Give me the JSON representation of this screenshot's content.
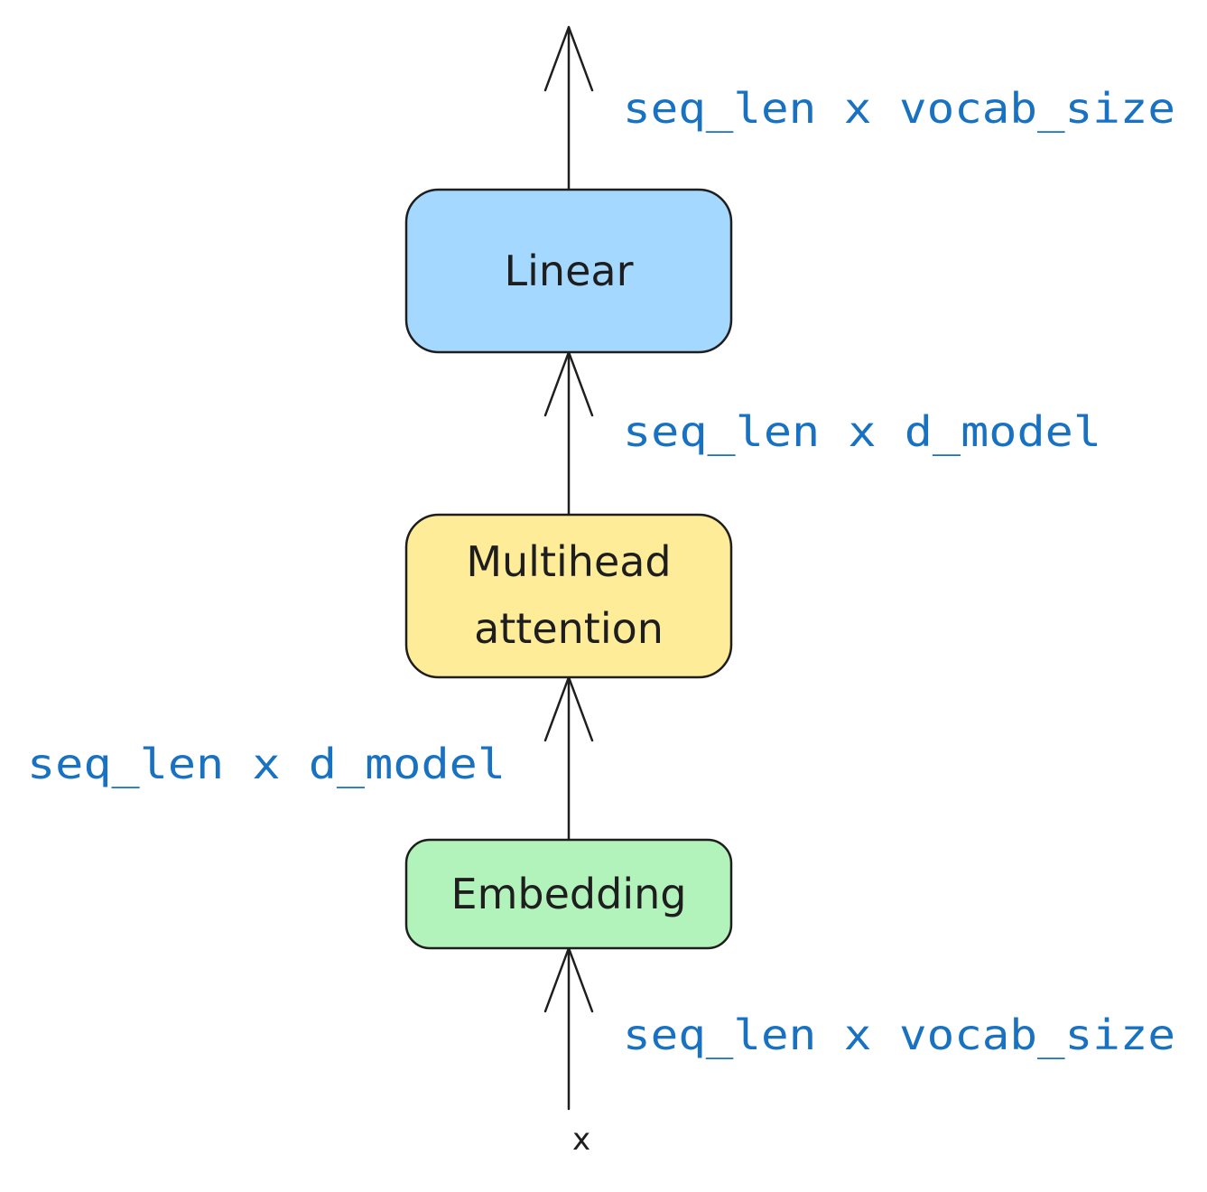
{
  "nodes": {
    "linear": {
      "label": "Linear",
      "fill": "#a5d8ff"
    },
    "attention": {
      "line1": "Multihead",
      "line2": "attention",
      "fill": "#ffec99"
    },
    "embedding": {
      "label": "Embedding",
      "fill": "#b2f2bb"
    }
  },
  "dims": {
    "output": "seq_len x vocab_size",
    "attention_out": "seq_len x d_model",
    "embedding_out": "seq_len x d_model",
    "input": "seq_len x vocab_size"
  },
  "input_label": "x",
  "colors": {
    "stroke": "#1e1e1e",
    "dim_text": "#1971c2"
  }
}
